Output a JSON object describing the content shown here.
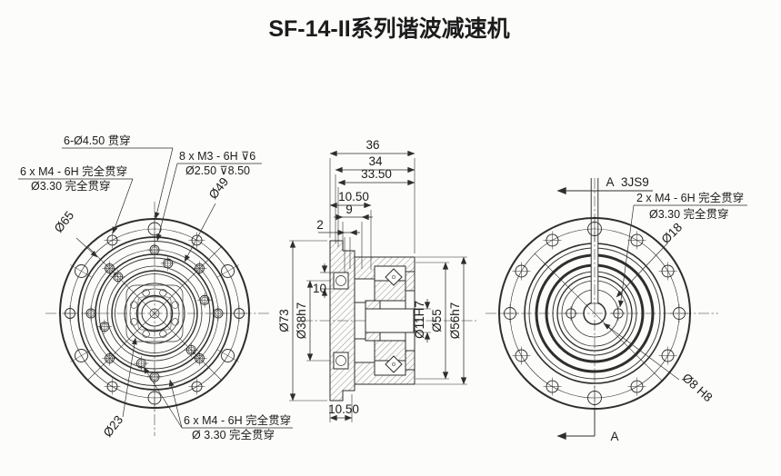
{
  "title": "SF-14-II系列谐波减速机",
  "front": {
    "n450": "6-Ø4.50 贯穿",
    "nm4t1": "6 x  M4 - 6H 完全贯穿",
    "nm4t2": "Ø3.30 完全贯穿",
    "nm31": "8 x  M3 - 6H ⊽6",
    "nm32": "Ø2.50 ⊽8.50",
    "d65": "Ø65",
    "d49": "Ø49",
    "d23": "Ø23",
    "nm4b1": "6 x  M4 - 6H 完全贯穿",
    "nm4b2": "Ø 3.30 完全贯穿"
  },
  "section": {
    "w36": "36",
    "w34": "34",
    "w335": "33.50",
    "w105": "10.50",
    "w9": "9",
    "w2": "2",
    "w10": "10",
    "w105b": "10.50",
    "d73": "Ø73",
    "d38": "Ø38h7",
    "d11": "Ø11H7",
    "d55": "Ø55",
    "d56": "Ø56h7"
  },
  "back": {
    "a_top": "A",
    "key": "3JS9",
    "nm41": "2 x  M4 - 6H 完全贯穿",
    "nm42": "Ø3.30 完全贯穿",
    "d18": "Ø18",
    "d8": "Ø8 H8",
    "a_bot": "A"
  },
  "colors": {
    "line": "#2e2e2e",
    "background": "#fcfcfa"
  }
}
